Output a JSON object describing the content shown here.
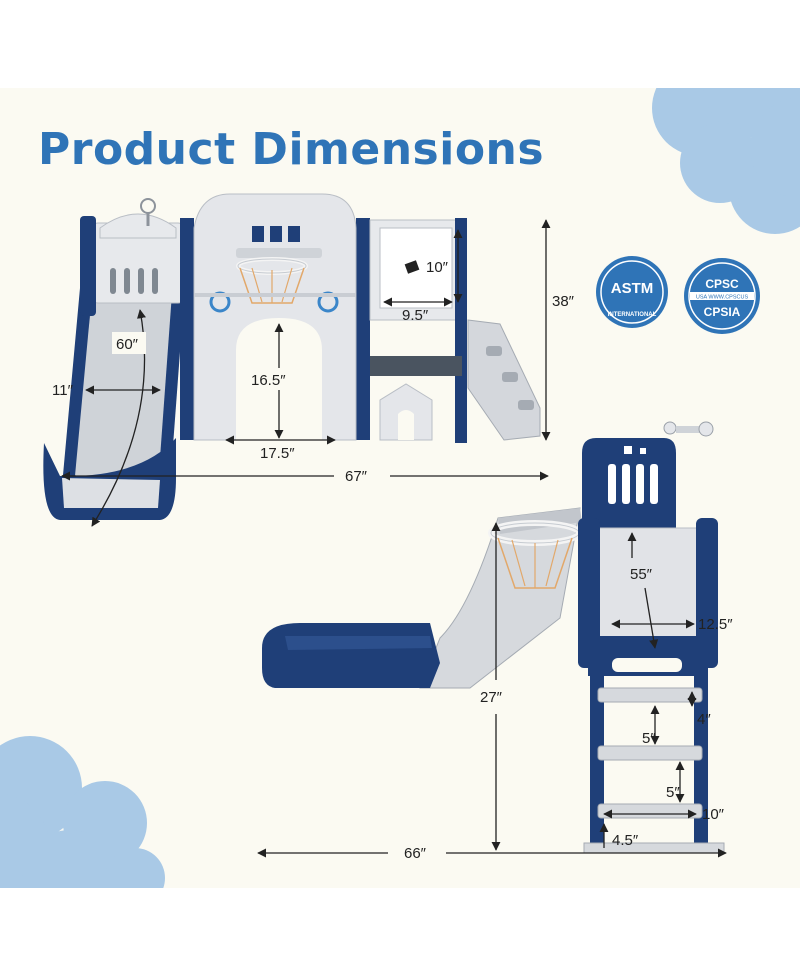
{
  "title": "Product Dimensions",
  "badges": {
    "astm": {
      "main": "ASTM",
      "sub": "INTERNATIONAL"
    },
    "cpsc": {
      "top": "CPSC",
      "mid": "USA  WWW.CPSCUS",
      "bottom": "CPSIA"
    }
  },
  "dimensions": {
    "slide_length_top": "60″",
    "slide_width_top": "11″",
    "arch_height": "16.5″",
    "arch_width": "17.5″",
    "overall_length_top": "67″",
    "overall_height": "38″",
    "board_height": "10″",
    "board_width": "9.5″",
    "slide_length_bottom": "55″",
    "deck_width": "12.5″",
    "platform_height": "27″",
    "step_depth": "4″",
    "step_rise_1": "5″",
    "step_rise_2": "5″",
    "ladder_width": "10″",
    "ladder_foot": "4.5″",
    "overall_length_bottom": "66″"
  },
  "colors": {
    "title": "#2f74b7",
    "navy": "#1f3f78",
    "light_gray": "#dadce0",
    "cloud": "#a9c9e6",
    "badge_blue": "#2f74b7"
  }
}
